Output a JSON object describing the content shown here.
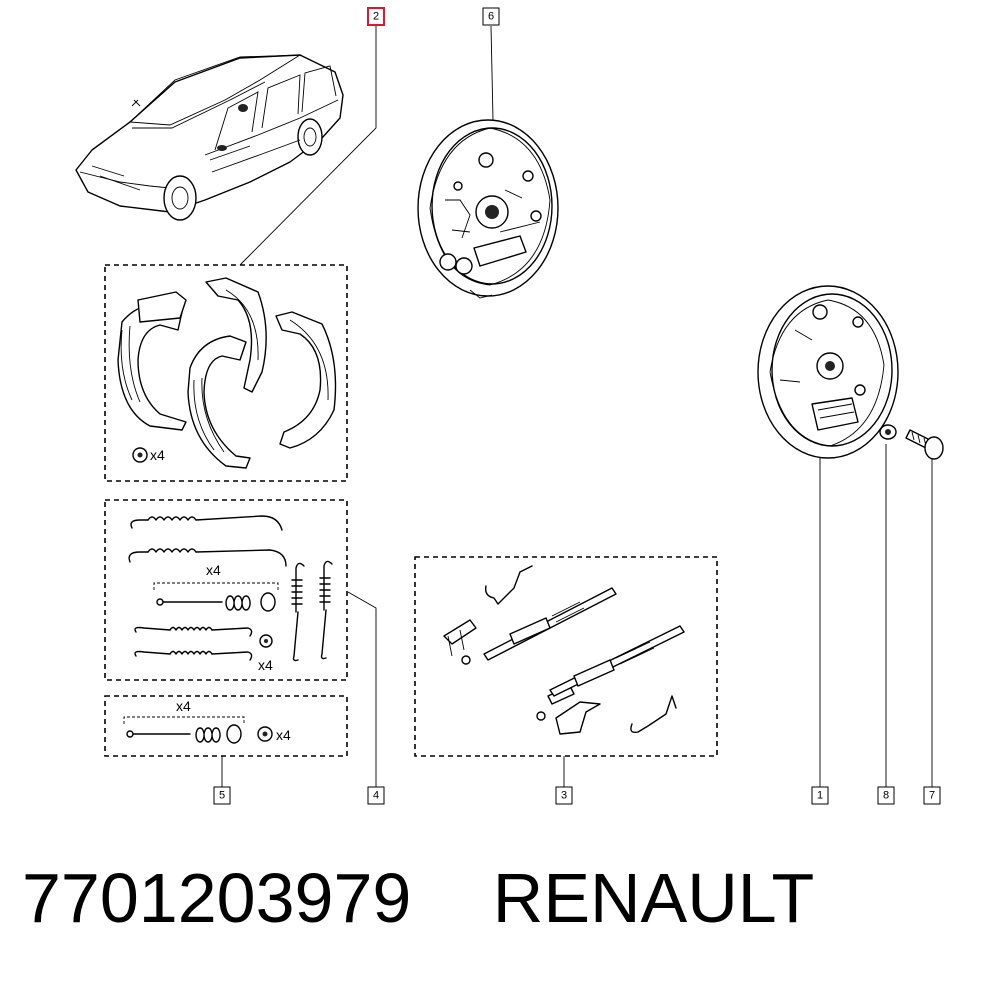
{
  "diagram": {
    "callouts": [
      {
        "id": "2",
        "highlighted": true
      },
      {
        "id": "6",
        "highlighted": false
      },
      {
        "id": "1",
        "highlighted": false
      },
      {
        "id": "8",
        "highlighted": false
      },
      {
        "id": "7",
        "highlighted": false
      },
      {
        "id": "3",
        "highlighted": false
      },
      {
        "id": "4",
        "highlighted": false
      },
      {
        "id": "5",
        "highlighted": false
      }
    ],
    "quantities": {
      "shoe_nuts": "x4",
      "spring_kit_group": "x4",
      "spring_kit_nut": "x4",
      "pin_kit_group": "x4",
      "pin_kit_nut": "x4"
    },
    "highlight_color": "#e0162b"
  },
  "footer": {
    "part_number": "7701203979",
    "brand": "RENAULT"
  }
}
